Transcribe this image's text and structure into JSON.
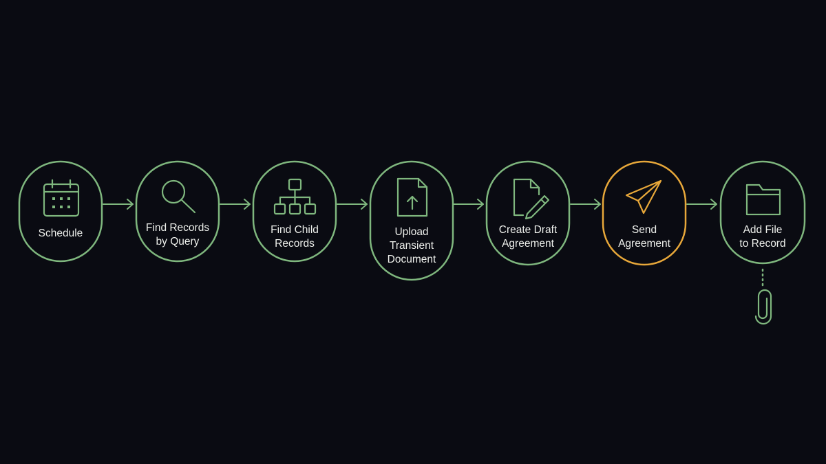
{
  "colors": {
    "background": "#0a0b12",
    "stroke": "#7fb77e",
    "highlight": "#e8a83a",
    "text": "#eef0ec"
  },
  "steps": [
    {
      "lines": [
        "Schedule"
      ],
      "icon": "calendar-icon",
      "highlighted": false
    },
    {
      "lines": [
        "Find Records",
        "by Query"
      ],
      "icon": "search-icon",
      "highlighted": false
    },
    {
      "lines": [
        "Find Child",
        "Records"
      ],
      "icon": "hierarchy-icon",
      "highlighted": false
    },
    {
      "lines": [
        "Upload",
        "Transient",
        "Document"
      ],
      "icon": "upload-document-icon",
      "highlighted": false
    },
    {
      "lines": [
        "Create Draft",
        "Agreement"
      ],
      "icon": "edit-document-icon",
      "highlighted": false
    },
    {
      "lines": [
        "Send",
        "Agreement"
      ],
      "icon": "paper-plane-icon",
      "highlighted": true
    },
    {
      "lines": [
        "Add File",
        "to Record"
      ],
      "icon": "folder-icon",
      "highlighted": false
    }
  ],
  "attachment": {
    "icon": "paperclip-icon",
    "attached_to_step": 7
  }
}
